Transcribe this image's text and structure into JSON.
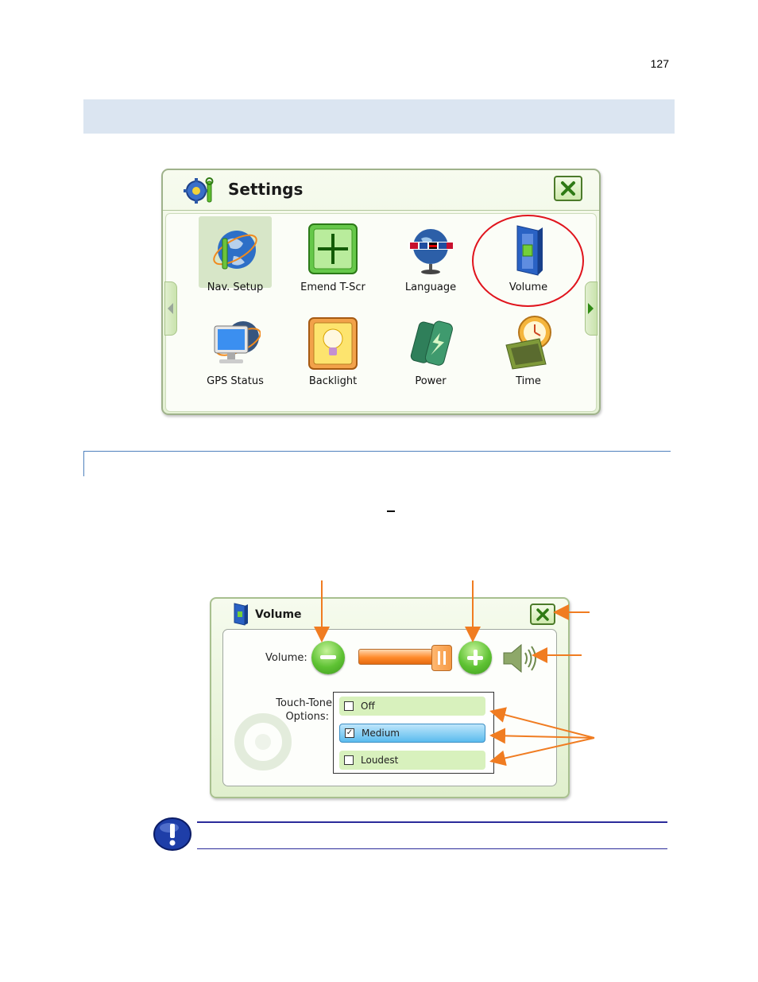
{
  "page": {
    "number": "127"
  },
  "settings_window": {
    "title": "Settings",
    "items": [
      {
        "label": "Nav. Setup",
        "icon": "globe-wrench-icon"
      },
      {
        "label": "Emend T-Scr",
        "icon": "crosshair-screen-icon"
      },
      {
        "label": "Language",
        "icon": "flags-globe-icon"
      },
      {
        "label": "Volume",
        "icon": "volume-tower-icon"
      },
      {
        "label": "GPS Status",
        "icon": "gps-monitor-icon"
      },
      {
        "label": "Backlight",
        "icon": "lightbulb-icon"
      },
      {
        "label": "Power",
        "icon": "battery-icon"
      },
      {
        "label": "Time",
        "icon": "clock-calendar-icon"
      }
    ],
    "selected": "Nav. Setup",
    "highlighted": "Volume"
  },
  "volume_window": {
    "title": "Volume",
    "volume_label": "Volume:",
    "touch_tone_label_1": "Touch-Tone",
    "touch_tone_label_2": "Options:",
    "volume_level": 0.92,
    "options": [
      {
        "label": "Off",
        "checked": false
      },
      {
        "label": "Medium",
        "checked": true
      },
      {
        "label": "Loudest",
        "checked": false
      }
    ]
  },
  "colors": {
    "section_bar": "#dbe5f1",
    "highlight_circle": "#e0141d",
    "callout_arrow": "#f07c21",
    "note_rule": "#2b2b9a"
  }
}
